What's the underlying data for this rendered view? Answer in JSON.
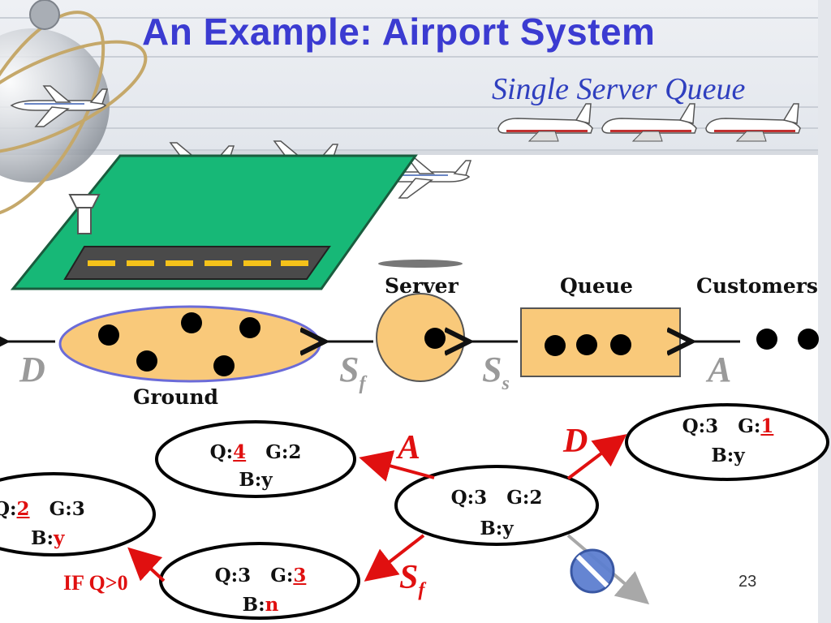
{
  "slide": {
    "title": "An Example: Airport System",
    "subtitle": "Single Server Queue",
    "page_number": "23"
  },
  "system": {
    "server_label": "Server",
    "queue_label": "Queue",
    "customers_label": "Customers",
    "ground_label": "Ground",
    "event_departure": "D",
    "event_arrival": "A",
    "event_service_finish": "S",
    "event_service_finish_sub": "f",
    "event_service_start": "S",
    "event_service_start_sub": "s"
  },
  "states": {
    "center": {
      "q_label": "Q:",
      "q": "3",
      "g_label": "G:",
      "g": "2",
      "b_label": "B:",
      "b": "y"
    },
    "arrival": {
      "q_label": "Q:",
      "q": "4",
      "g_label": "G:",
      "g": "2",
      "b_label": "B:",
      "b": "y"
    },
    "departure": {
      "q_label": "Q:",
      "q": "3",
      "g_label": "G:",
      "g": "1",
      "b_label": "B:",
      "b": "y"
    },
    "finish": {
      "q_label": "Q:",
      "q": "3",
      "g_label": "G:",
      "g": "3",
      "b_label": "B:",
      "b": "n"
    },
    "next": {
      "q_label": "Q:",
      "q": "2",
      "g_label": "G:",
      "g": "3",
      "b_label": "B:",
      "b": "y"
    }
  },
  "transitions": {
    "arrival": "A",
    "departure": "D",
    "service_finish": "S",
    "service_finish_sub": "f",
    "condition": "IF Q>0"
  },
  "colors": {
    "title": "#3b3bd1",
    "node_fill": "#f9c97a",
    "runway_green": "#17b877",
    "event_red": "#e01010"
  }
}
